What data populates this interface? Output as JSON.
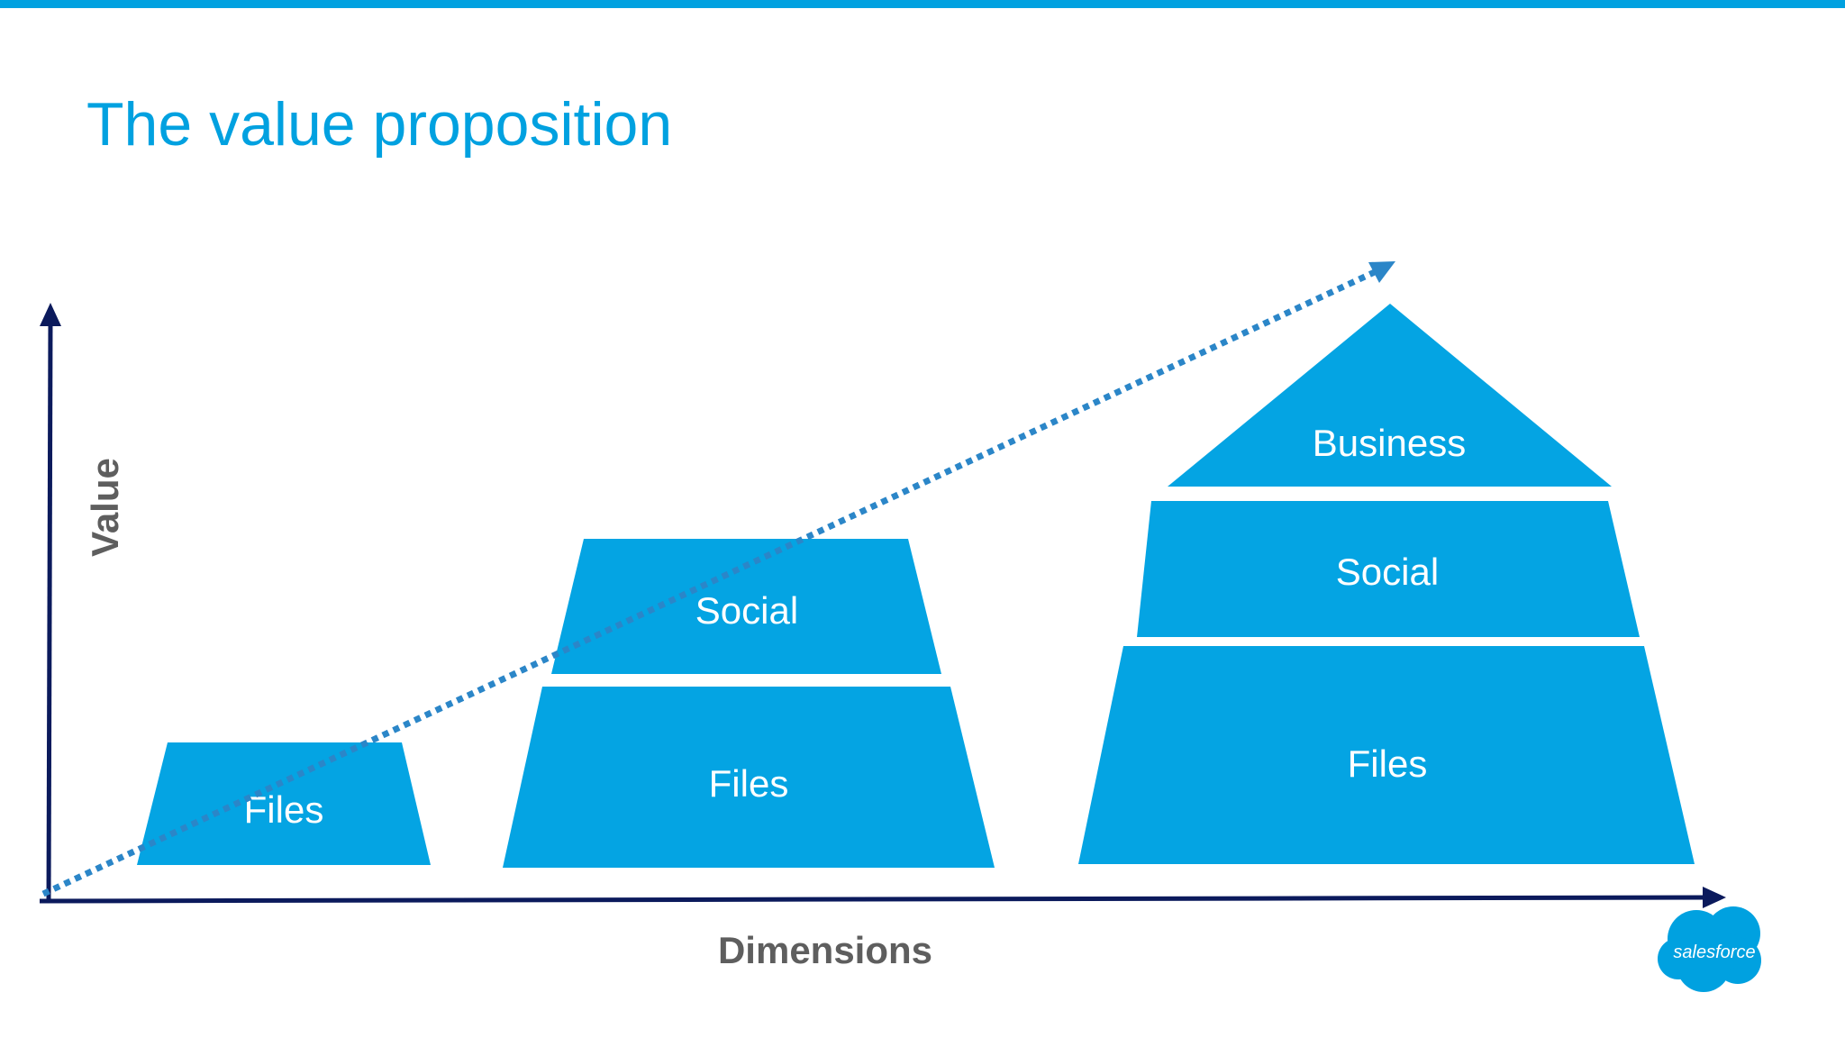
{
  "slide": {
    "title": "The value proposition"
  },
  "colors": {
    "accent": "#00A1E0",
    "block": "#04A4E3",
    "axis": "#0B1A5C",
    "trend": "#2B86C8",
    "axis_label": "#5E5E5E"
  },
  "axes": {
    "x_label": "Dimensions",
    "y_label": "Value"
  },
  "stacks": [
    {
      "blocks": [
        {
          "label": "Files"
        }
      ]
    },
    {
      "blocks": [
        {
          "label": "Files"
        },
        {
          "label": "Social"
        }
      ]
    },
    {
      "blocks": [
        {
          "label": "Files"
        },
        {
          "label": "Social"
        },
        {
          "label": "Business"
        }
      ]
    }
  ],
  "logo": {
    "text": "salesforce",
    "icon": "salesforce-cloud-logo"
  }
}
